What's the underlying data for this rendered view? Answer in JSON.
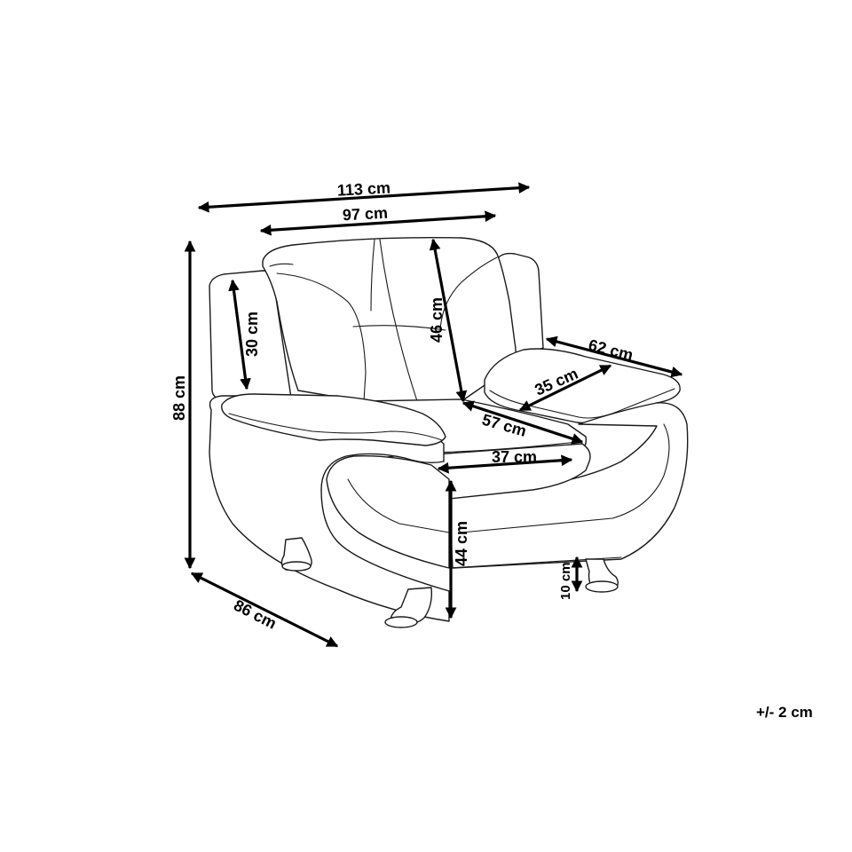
{
  "diagram": {
    "subject": "armchair",
    "line_color": "#000000",
    "background": "#ffffff",
    "dimensions": {
      "overall_width": "113 cm",
      "seat_width": "97 cm",
      "overall_height": "88 cm",
      "overall_depth": "86 cm",
      "armrest_height": "30 cm",
      "backrest_height": "46 cm",
      "armrest_length": "62 cm",
      "armrest_width": "35 cm",
      "seat_depth": "57 cm",
      "seat_front_width": "37 cm",
      "seat_height": "44 cm",
      "leg_height": "10 cm"
    },
    "tolerance": "+/- 2 cm"
  }
}
